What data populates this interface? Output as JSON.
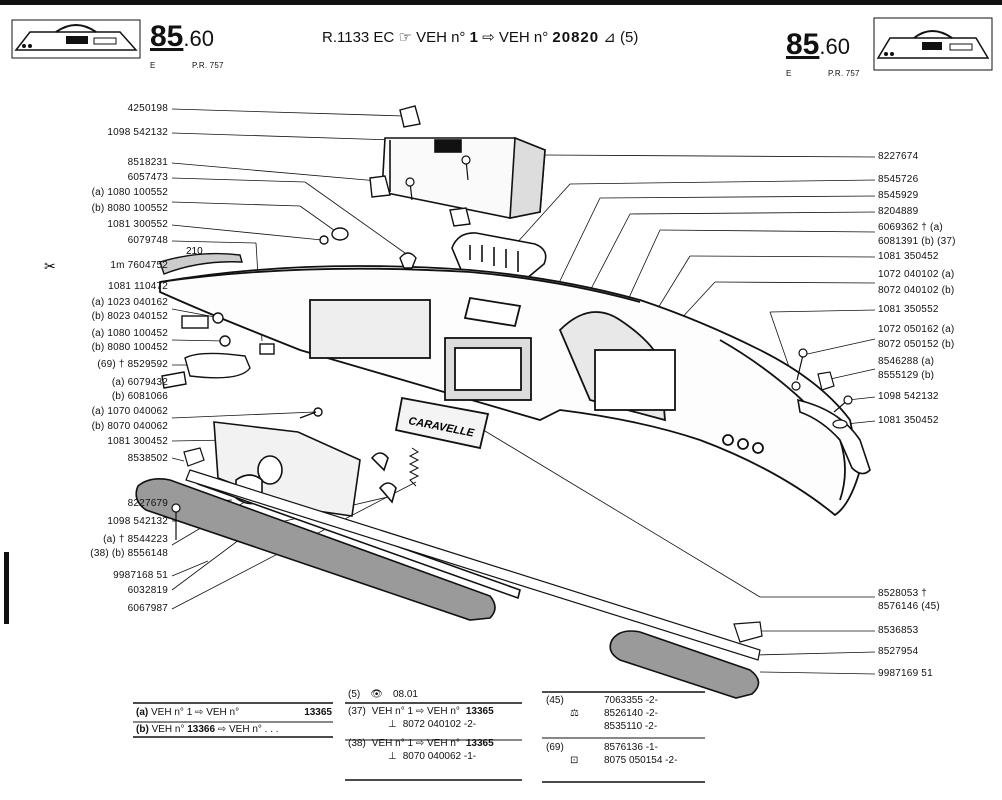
{
  "header": {
    "page_number_main": "85",
    "page_number_sub": ".60",
    "corner_letter": "E",
    "pr_code": "P.R. 757",
    "model_code": "R.1133 EC",
    "veh_from_label": "VEH n°",
    "veh_from_value": "1",
    "veh_to_label": "VEH n°",
    "veh_to_value": "20820",
    "veh_note": "(5)"
  },
  "left_labels": [
    "4250198",
    "1098 542132",
    "8518231",
    "6057473",
    "(a) 1080 100552",
    "(b) 8080 100552",
    "1081 300552",
    "6079748",
    "1m 7604752",
    "1081 110472",
    "(a) 1023 040162",
    "(b) 8023 040152",
    "(a) 1080 100452",
    "(b) 8080 100452",
    "(69) † 8529592",
    "(a) 6079432",
    "(b) 6081066",
    "(a) 1070 040062",
    "(b) 8070 040062",
    "1081 300452",
    "8538502",
    "8227679",
    "1098 542132",
    "(a) † 8544223",
    "(38) (b) 8556148",
    "9987168 51",
    "6032819",
    "6067987"
  ],
  "right_labels": [
    "8227674",
    "8545726",
    "8545929",
    "8204889",
    "6069362 † (a)",
    "6081391 (b) (37)",
    "1081 350452",
    "1072 040102 (a)",
    "8072 040102 (b)",
    "1081 350552",
    "1072 050162 (a)",
    "8072 050152 (b)",
    "8546288 (a)",
    "8555129 (b)",
    "1098 542132",
    "1081 350452",
    "8528053 †",
    "8576146 (45)",
    "8536853",
    "8527954",
    "9987169 51"
  ],
  "diagram_text": {
    "dimension": "210",
    "badge": "CARAVELLE"
  },
  "legend_ab": {
    "row_a": {
      "key": "(a)",
      "text": "VEH n°   1 ⇨ VEH n°",
      "value": "13365"
    },
    "row_b": {
      "key": "(b)",
      "text": "VEH n°",
      "value": "13366",
      "tail": "⇨ VEH n° . . ."
    }
  },
  "legend_mid": [
    {
      "ref": "(5)",
      "text": "08.01"
    },
    {
      "ref": "(37)",
      "text": "VEH n°  1 ⇨ VEH n°",
      "value": "13365",
      "part": "8072 040102 -2-"
    },
    {
      "ref": "(38)",
      "text": "VEH n°  1 ⇨ VEH n°",
      "value": "13365",
      "part": "8070 040062 -1-"
    }
  ],
  "legend_right": [
    {
      "ref": "(45)",
      "parts": [
        "7063355 -2-",
        "8526140 -2-",
        "8535110 -2-"
      ]
    },
    {
      "ref": "(69)",
      "parts": [
        "8576136 -1-",
        "8075 050154 -2-"
      ]
    }
  ]
}
